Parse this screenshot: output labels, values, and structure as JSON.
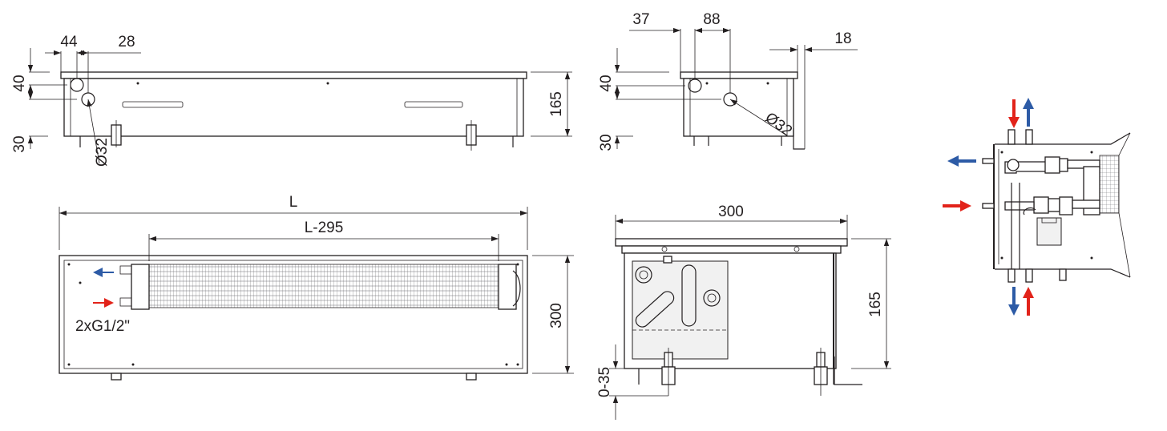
{
  "front_view": {
    "dim_left_offset": "44",
    "dim_pipe_offset": "28",
    "dim_upper_height": "40",
    "dim_lower_height": "30",
    "dim_total_height": "165",
    "pipe_diameter": "Ø32"
  },
  "side_view": {
    "dim_left_offset": "37",
    "dim_pipe_offset": "88",
    "dim_rim": "18",
    "dim_upper_height": "40",
    "dim_lower_height": "30",
    "pipe_diameter": "Ø32"
  },
  "top_view": {
    "dim_length": "L",
    "dim_exchanger_length": "L-295",
    "dim_width": "300",
    "connection_label": "2xG1/2\""
  },
  "section_view": {
    "dim_width": "300",
    "dim_height": "165",
    "dim_leg_range": "0-35"
  },
  "colors": {
    "supply_arrow": "#e2231a",
    "return_arrow": "#2d5ba6",
    "line": "#231f20"
  }
}
